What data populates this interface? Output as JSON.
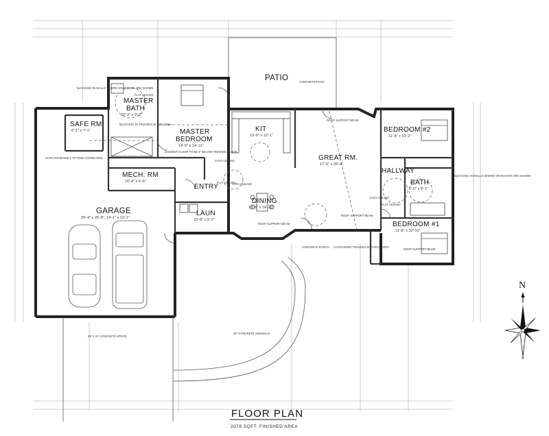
{
  "title": "FLOOR PLAN",
  "subtitle": "2078 SQFT. FINISHED AREA",
  "north_label": "N",
  "rooms": {
    "patio": {
      "name": "PATIO"
    },
    "concrete_patio": {
      "note": "CONCRETE PATIO"
    },
    "master_bath": {
      "name_1": "MASTER",
      "name_2": "BATH",
      "size": "10'-3\" x 9'-3\""
    },
    "safe_rm": {
      "name": "SAFE RM",
      "size": "6'-1\" x 7'-1\""
    },
    "master_bedroom": {
      "name_1": "MASTER",
      "name_2": "BEDROOM",
      "size": "14'-5\" x 14'-11\""
    },
    "kit": {
      "name": "KIT",
      "size": "13'-6\" x 12'-1\""
    },
    "great_rm": {
      "name": "GREAT RM.",
      "size": "17'-5\" x 25'-4\""
    },
    "bedroom2": {
      "name": "BEDROOM #2",
      "size": "11'-8\" x 10'-2\""
    },
    "hallway": {
      "name": "HALLWAY"
    },
    "bath": {
      "name": "BATH",
      "size": "5'-6\" x 8'-1\""
    },
    "bedroom1": {
      "name": "BEDROOM #1",
      "size": "11'-8\" x 10'-10\""
    },
    "mech_rm": {
      "name": "MECH. RM",
      "size": "15'-4\" x 5'-6\""
    },
    "entry": {
      "name": "ENTRY"
    },
    "dining": {
      "name": "DINING",
      "size": "13'-6\" x 14'-10\""
    },
    "laun": {
      "name": "LAUN",
      "size": "10'-8\" x 5'-2\""
    },
    "garage": {
      "name": "GARAGE",
      "size": "25'-4\" x 25'-8\", 14'-1\" x 13'-1\""
    }
  },
  "notes": {
    "blocking_master": "BLOCKING IN WALLS WHERE GRAB BARS ARE SHOWN",
    "blocking_bedroom": "BLOCKING IN WALLS WHERE GRAB BARS ARE SHOWN",
    "blocking_trusses": "BLOCKING IN TRUSSES IN THIS AREA",
    "safe_room": "SAFE ROOM BUILT TO FEMA STANDARDS",
    "shower_floor": "SHOWER FLOOR TO BE 3\" BELOW FINISHED FLOOR",
    "roof_beam_1": "ROOF SUPPORT BEAM",
    "roof_beam_2": "ROOF SUPPORT BEAM",
    "roof_beam_3": "ROOF SUPPORT BEAM",
    "roof_beam_4": "ROOF SUPPORT BEAM",
    "cath_ceiling_1": "CATH CEILING",
    "cath_ceiling_2": "CATH CEILING",
    "cath_ceiling_3": "CATH CEILING",
    "flat_ceiling_1": "FLAT CEILING",
    "flat_ceiling_2": "FLAT CEILING",
    "flat_ceiling_3": "FLAT CEILING",
    "concrete_porch": "CONCRETE PORCH",
    "cantilever": "CANTILEVER TRUSSES IN PORCH AREA",
    "concrete_apron": "28' X 21' CONCRETE APRON",
    "sidewalk": "48\" CONCRETE SIDEWALK"
  }
}
